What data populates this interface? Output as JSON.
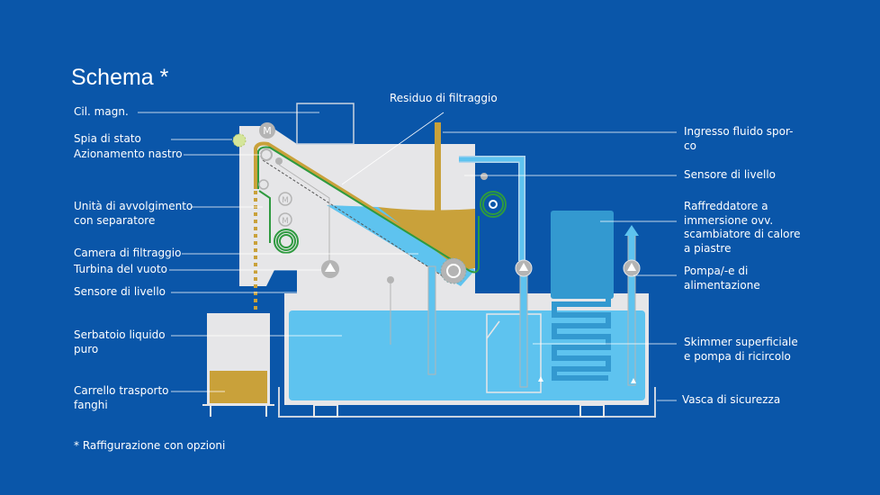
{
  "title": "Schema *",
  "footnote": "* Raffigurazione con opzioni",
  "top_label": "Residuo di filtraggio",
  "left_labels": [
    {
      "l1": "Cil. magn.",
      "l2": ""
    },
    {
      "l1": "Spia di stato",
      "l2": ""
    },
    {
      "l1": "Azionamento nastro",
      "l2": ""
    },
    {
      "l1": "Unità di avvolgimento",
      "l2": "con separatore"
    },
    {
      "l1": "Camera di filtraggio",
      "l2": ""
    },
    {
      "l1": "Turbina del vuoto",
      "l2": ""
    },
    {
      "l1": "Sensore di livello",
      "l2": ""
    },
    {
      "l1": "Serbatoio liquido",
      "l2": "puro"
    },
    {
      "l1": "Carrello trasporto",
      "l2": "fanghi"
    }
  ],
  "right_labels": [
    {
      "lines": [
        "Ingresso fluido spor-",
        "co"
      ]
    },
    {
      "lines": [
        "Sensore di livello"
      ]
    },
    {
      "lines": [
        "Raffreddatore a",
        "immersione ovv.",
        "scambiatore di calore",
        "a piastre"
      ]
    },
    {
      "lines": [
        "Pompa/-e di",
        "alimentazione"
      ]
    },
    {
      "lines": [
        "Skimmer superficiale",
        "e pompa di ricircolo"
      ]
    },
    {
      "lines": [
        "Vasca di sicurezza"
      ]
    }
  ],
  "motor_symbol": "M",
  "colors": {
    "background": "#0a56a9",
    "housing": "#e6e6e8",
    "liquid": "#5ec3ef",
    "sludge": "#c9a13a",
    "belt": "#2e9a3f",
    "cooler": "#3399d0"
  }
}
